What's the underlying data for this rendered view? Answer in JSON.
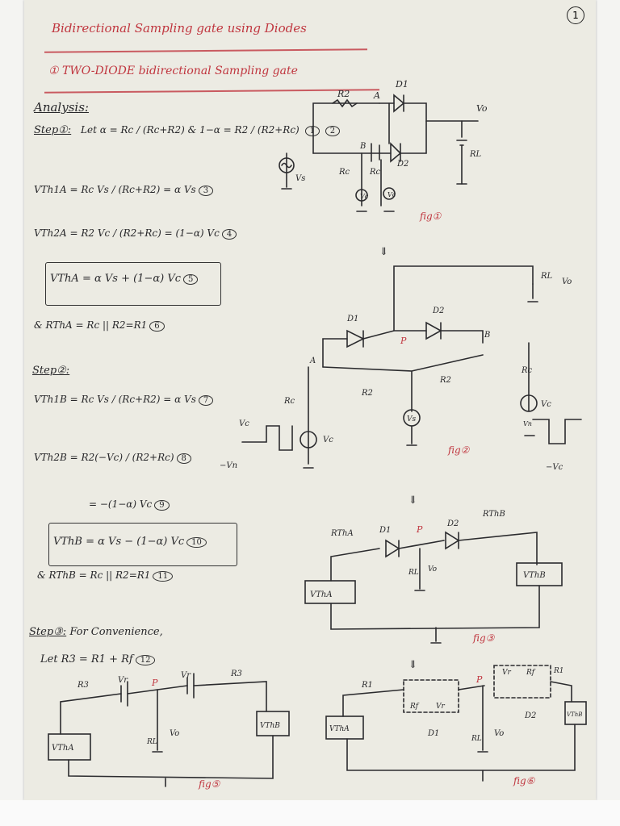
{
  "page_number": "1",
  "title": "Bidirectional Sampling gate using Diodes",
  "subtitle": "① TWO-DIODE bidirectional Sampling gate",
  "analysis_label": "Analysis:",
  "step1": {
    "label": "Step①:",
    "let": "Let α = Rc / (Rc+R2) & 1−α = R2 / (R2+Rc)",
    "tag_1": "1",
    "tag_2": "2",
    "eq3": "VTh1A = Rc Vs / (Rc+R2) = α Vs",
    "tag_3": "3",
    "eq4": "VTh2A = R2 Vc / (R2+Rc) = (1−α) Vc",
    "tag_4": "4",
    "eq5": "VThA = α Vs + (1−α) Vc",
    "tag_5": "5",
    "eq6": "& RThA = Rc || R2=R1",
    "tag_6": "6"
  },
  "step2": {
    "label": "Step②:",
    "eq7": "VTh1B = Rc Vs / (Rc+R2) = α Vs",
    "tag_7": "7",
    "eq8": "VTh2B = R2(−Vc) / (R2+Rc)",
    "tag_8": "8",
    "eq9": "= −(1−α) Vc",
    "tag_9": "9",
    "eq10": "VThB = α Vs − (1−α) Vc",
    "tag_10": "10",
    "eq11": "& RThB = Rc || R2=R1",
    "tag_11": "11"
  },
  "step3": {
    "label": "Step③:",
    "text": "For Convenience,",
    "eq12": "Let R3 = R1 + Rf",
    "tag_12": "12"
  },
  "fig1": {
    "caption": "fig①",
    "labels": [
      "R2",
      "A",
      "D1",
      "Vo",
      "B",
      "D2",
      "Rc",
      "RL",
      "Vs",
      "Rc",
      "Vc",
      "Vc"
    ]
  },
  "fig2": {
    "caption": "fig②",
    "labels": [
      "RL",
      "Vo",
      "D1",
      "P",
      "D2",
      "B",
      "A",
      "R2",
      "R2",
      "Rc",
      "Rc",
      "Vs",
      "Vc",
      "Vc",
      "Vn",
      "−Vc",
      "Vc",
      "−Vn"
    ]
  },
  "fig3": {
    "caption": "fig③",
    "labels": [
      "RThB",
      "RThA",
      "D1",
      "P",
      "D2",
      "RL",
      "Vo",
      "VThB",
      "VThA"
    ]
  },
  "fig4": {
    "caption": "fig⑤",
    "labels": [
      "R3",
      "Vr",
      "P",
      "Vr",
      "R3",
      "VThB",
      "VThA",
      "RL",
      "Vo"
    ]
  },
  "fig5": {
    "caption": "fig⑥",
    "labels": [
      "R1",
      "Rf",
      "Vr",
      "D1",
      "P",
      "Vr",
      "Rf",
      "R1",
      "D2",
      "VThA",
      "VThB",
      "RL",
      "Vo"
    ]
  },
  "colors": {
    "ink": "#27272a",
    "red_ink": "#c0363f",
    "paper": "#ecebe3"
  }
}
